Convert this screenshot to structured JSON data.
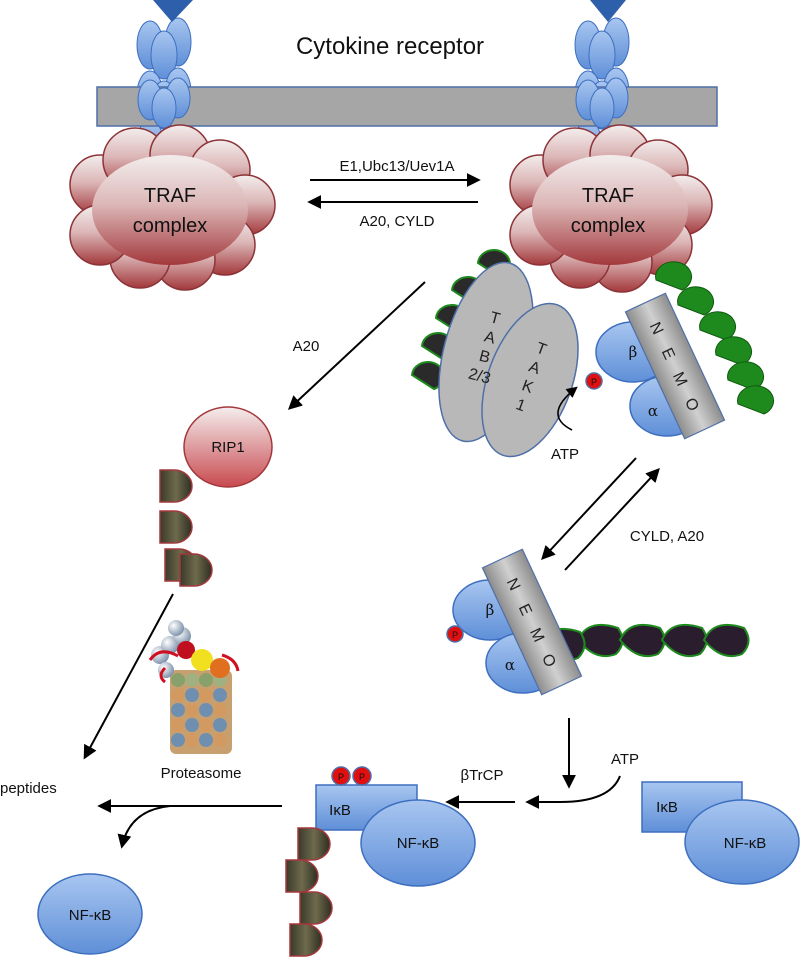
{
  "labels": {
    "cytokine_receptor": "Cytokine receptor",
    "traf_line1": "TRAF",
    "traf_line2": "complex",
    "e1_ubc": "E1,Ubc13/Uev1A",
    "a20_cyld": "A20, CYLD",
    "a20": "A20",
    "rip1": "RIP1",
    "tab_letters": [
      "T",
      "A",
      "B",
      "2/3"
    ],
    "tak_letters": [
      "T",
      "A",
      "K",
      "1"
    ],
    "nemo_letters": [
      "N",
      "E",
      "M",
      "O"
    ],
    "beta": "β",
    "alpha": "α",
    "atp": "ATP",
    "cyld_a20": "CYLD, A20",
    "proteasome": "Proteasome",
    "peptides": "peptides",
    "btrcp": "βTrCP",
    "ikb": "IκB",
    "nfkb": "NF-κB",
    "p": "P"
  },
  "colors": {
    "receptor_blue": "#6f9fe0",
    "membrane_gray": "#a6a6a6",
    "traf_top": "#f2eeee",
    "traf_bottom": "#a53a3e",
    "ubiquitin_green": "#1e8a1e",
    "ubiquitin_dark": "#2a2a2a",
    "tab_gray": "#b8b8b8",
    "blue_fill": "#7ea7e4",
    "phospho_red": "#e01010"
  }
}
